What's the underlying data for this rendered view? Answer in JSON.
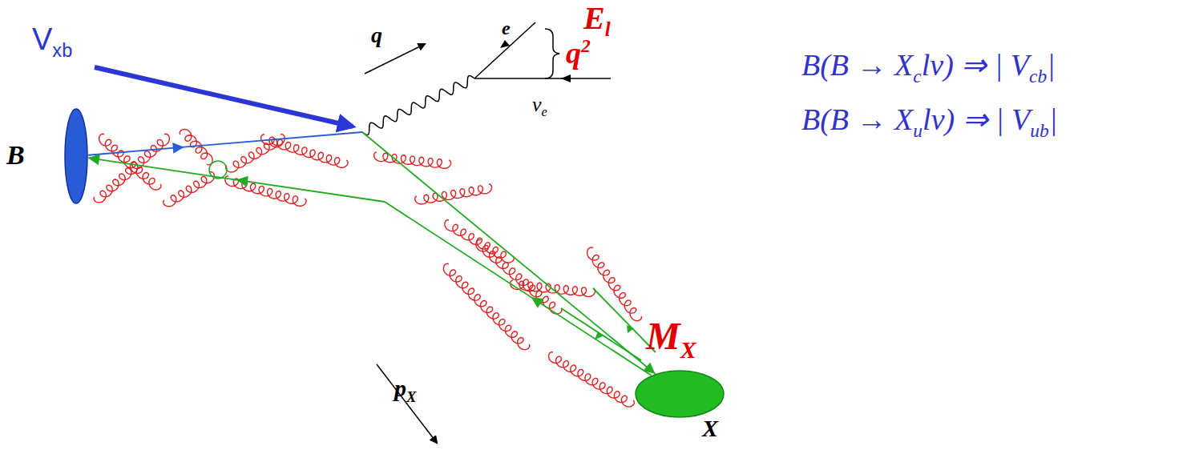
{
  "diagram": {
    "nodes": [
      {
        "text": [
          "B"
        ]
      },
      {
        "text": [
          "X"
        ]
      }
    ],
    "edges": [
      {
        "from": 0,
        "to": 1,
        "arrow": "to"
      },
      {
        "from": 1,
        "to": 0,
        "arrow": "to"
      }
    ],
    "labels": [
      "V",
      "xb",
      "q",
      "e",
      "E",
      "l",
      "q",
      "2",
      "ν",
      "e",
      "p",
      "X",
      "M",
      "X",
      "B(B → X",
      "c",
      "lν) ⇒ | V",
      "cb",
      "|",
      "B(B → X",
      "u",
      "lν) ⇒ | V",
      "ub",
      "|"
    ]
  }
}
